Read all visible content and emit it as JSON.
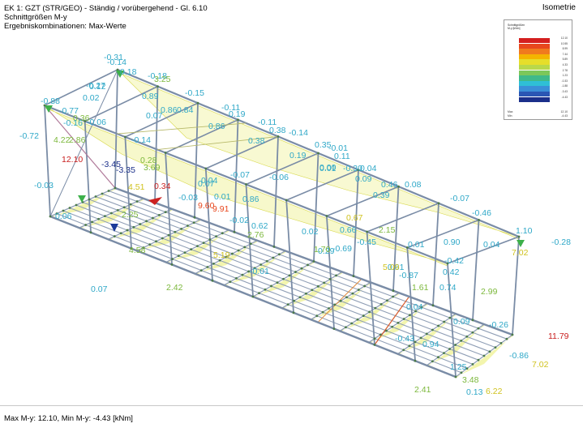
{
  "header": {
    "line1": "EK 1: GZT (STR/GEO) - Ständig / vorübergehend - Gl. 6.10",
    "line2": "Schnittgrößen M-y",
    "line3": "Ergebniskombinationen: Max-Werte"
  },
  "view_name": "Isometrie",
  "legend": {
    "title": "Schnittgrößen",
    "subtitle": "M-y [kNm]",
    "values": [
      "12.10",
      "10.55",
      "8.99",
      "7.44",
      "5.89",
      "4.33",
      "2.78",
      "1.23",
      "-0.33",
      "-1.88",
      "-3.43",
      "-4.43"
    ],
    "colors": [
      "#d41f1f",
      "#e8471d",
      "#f07a1e",
      "#f4b400",
      "#e6de2a",
      "#b9d84a",
      "#7cc75a",
      "#3fb98a",
      "#2fbfd6",
      "#3a8fd8",
      "#2a56b4",
      "#1b2f8a"
    ],
    "max_label": "Max",
    "min_label": "Min",
    "max_value": "12.10",
    "min_value": "-4.43"
  },
  "summary": "Max M-y: 12.10, Min M-y: -4.43 [kNm]",
  "colors": {
    "member": "#7a8ca6",
    "diagram_fill": "#e9ec6a",
    "support": "#3db04a"
  },
  "value_labels": [
    {
      "text": "-0.31",
      "color": "#2fa8c8"
    },
    {
      "text": "-0.14",
      "color": "#2fa8c8"
    },
    {
      "text": "0.18",
      "color": "#2fa8c8"
    },
    {
      "text": "-0.18",
      "color": "#2fa8c8"
    },
    {
      "text": "3.25",
      "color": "#7cb83c"
    },
    {
      "text": "-0.27",
      "color": "#2fa8c8"
    },
    {
      "text": "0.12",
      "color": "#2fa8c8"
    },
    {
      "text": "0.02",
      "color": "#2fa8c8"
    },
    {
      "text": "-0.15",
      "color": "#2fa8c8"
    },
    {
      "text": "0.89",
      "color": "#2fa8c8"
    },
    {
      "text": "0.86",
      "color": "#2fa8c8"
    },
    {
      "text": "-0.88",
      "color": "#2fa8c8"
    },
    {
      "text": "-0.77",
      "color": "#2fa8c8"
    },
    {
      "text": "0.36",
      "color": "#7cb83c"
    },
    {
      "text": "-0.16",
      "color": "#2fa8c8"
    },
    {
      "text": "-0.06",
      "color": "#2fa8c8"
    },
    {
      "text": "0.07",
      "color": "#2fa8c8"
    },
    {
      "text": "0.84",
      "color": "#2fa8c8"
    },
    {
      "text": "-0.11",
      "color": "#2fa8c8"
    },
    {
      "text": "0.19",
      "color": "#2fa8c8"
    },
    {
      "text": "-0.72",
      "color": "#2fa8c8"
    },
    {
      "text": "4.22",
      "color": "#7cb83c"
    },
    {
      "text": "2.86",
      "color": "#7cb83c"
    },
    {
      "text": "-0.14",
      "color": "#2fa8c8"
    },
    {
      "text": "0.86",
      "color": "#2fa8c8"
    },
    {
      "text": "-0.11",
      "color": "#2fa8c8"
    },
    {
      "text": "0.38",
      "color": "#2fa8c8"
    },
    {
      "text": "-0.14",
      "color": "#2fa8c8"
    },
    {
      "text": "0.38",
      "color": "#2fa8c8"
    },
    {
      "text": "0.35",
      "color": "#2fa8c8"
    },
    {
      "text": "-0.01",
      "color": "#2fa8c8"
    },
    {
      "text": "12.10",
      "color": "#c81e1e"
    },
    {
      "text": "0.19",
      "color": "#2fa8c8"
    },
    {
      "text": "0.11",
      "color": "#2fa8c8"
    },
    {
      "text": "-3.45",
      "color": "#1b2f8a"
    },
    {
      "text": "-3.35",
      "color": "#1b2f8a"
    },
    {
      "text": "3.69",
      "color": "#7cb83c"
    },
    {
      "text": "0.28",
      "color": "#7cb83c"
    },
    {
      "text": "-0.03",
      "color": "#2fa8c8"
    },
    {
      "text": "0.01",
      "color": "#2fa8c8"
    },
    {
      "text": "0.00",
      "color": "#2fa8c8"
    },
    {
      "text": "-0.30",
      "color": "#2fa8c8"
    },
    {
      "text": "0.04",
      "color": "#2fa8c8"
    },
    {
      "text": "-0.07",
      "color": "#2fa8c8"
    },
    {
      "text": "-0.06",
      "color": "#2fa8c8"
    },
    {
      "text": "0.09",
      "color": "#2fa8c8"
    },
    {
      "text": "0.46",
      "color": "#2fa8c8"
    },
    {
      "text": "0.08",
      "color": "#2fa8c8"
    },
    {
      "text": "0.34",
      "color": "#c81e1e"
    },
    {
      "text": "4.51",
      "color": "#d0c21e"
    },
    {
      "text": "0.07",
      "color": "#2fa8c8"
    },
    {
      "text": "-0.03",
      "color": "#2fa8c8"
    },
    {
      "text": "0.04",
      "color": "#2fa8c8"
    },
    {
      "text": "0.86",
      "color": "#2fa8c8"
    },
    {
      "text": "0.01",
      "color": "#2fa8c8"
    },
    {
      "text": "9.60",
      "color": "#e8471d"
    },
    {
      "text": "9.91",
      "color": "#e8471d"
    },
    {
      "text": "0.39",
      "color": "#2fa8c8"
    },
    {
      "text": "-0.07",
      "color": "#2fa8c8"
    },
    {
      "text": "-0.46",
      "color": "#2fa8c8"
    },
    {
      "text": "0.06",
      "color": "#2fa8c8"
    },
    {
      "text": "2.25",
      "color": "#7cb83c"
    },
    {
      "text": "-0.02",
      "color": "#2fa8c8"
    },
    {
      "text": "0.67",
      "color": "#d0c21e"
    },
    {
      "text": "0.62",
      "color": "#2fa8c8"
    },
    {
      "text": "0.66",
      "color": "#2fa8c8"
    },
    {
      "text": "2.15",
      "color": "#7cb83c"
    },
    {
      "text": "1.10",
      "color": "#2fa8c8"
    },
    {
      "text": "-0.28",
      "color": "#2fa8c8"
    },
    {
      "text": "4.58",
      "color": "#7cb83c"
    },
    {
      "text": "2.76",
      "color": "#7cb83c"
    },
    {
      "text": "0.02",
      "color": "#2fa8c8"
    },
    {
      "text": "-0.45",
      "color": "#2fa8c8"
    },
    {
      "text": "0.01",
      "color": "#2fa8c8"
    },
    {
      "text": "0.90",
      "color": "#2fa8c8"
    },
    {
      "text": "0.04",
      "color": "#2fa8c8"
    },
    {
      "text": "7.02",
      "color": "#d0c21e"
    },
    {
      "text": "0.29",
      "color": "#2fa8c8"
    },
    {
      "text": "5.19",
      "color": "#d0c21e"
    },
    {
      "text": "1.70",
      "color": "#7cb83c"
    },
    {
      "text": "-0.69",
      "color": "#2fa8c8"
    },
    {
      "text": "-0.42",
      "color": "#2fa8c8"
    },
    {
      "text": "-0.87",
      "color": "#2fa8c8"
    },
    {
      "text": "0.42",
      "color": "#2fa8c8"
    },
    {
      "text": "-0.01",
      "color": "#2fa8c8"
    },
    {
      "text": "0.61",
      "color": "#2fa8c8"
    },
    {
      "text": "5.09",
      "color": "#d0c21e"
    },
    {
      "text": "1.61",
      "color": "#7cb83c"
    },
    {
      "text": "0.74",
      "color": "#2fa8c8"
    },
    {
      "text": "2.99",
      "color": "#7cb83c"
    },
    {
      "text": "0.07",
      "color": "#2fa8c8"
    },
    {
      "text": "2.42",
      "color": "#7cb83c"
    },
    {
      "text": "0.04",
      "color": "#2fa8c8"
    },
    {
      "text": "0.09",
      "color": "#2fa8c8"
    },
    {
      "text": "-0.26",
      "color": "#2fa8c8"
    },
    {
      "text": "11.79",
      "color": "#c81e1e"
    },
    {
      "text": "-0.43",
      "color": "#2fa8c8"
    },
    {
      "text": "0.94",
      "color": "#2fa8c8"
    },
    {
      "text": "7.02",
      "color": "#d0c21e"
    },
    {
      "text": "2.41",
      "color": "#7cb83c"
    },
    {
      "text": "1.25",
      "color": "#2fa8c8"
    },
    {
      "text": "6.22",
      "color": "#d0c21e"
    },
    {
      "text": "0.13",
      "color": "#2fa8c8"
    },
    {
      "text": "3.48",
      "color": "#7cb83c"
    },
    {
      "text": "-0.86",
      "color": "#2fa8c8"
    }
  ]
}
